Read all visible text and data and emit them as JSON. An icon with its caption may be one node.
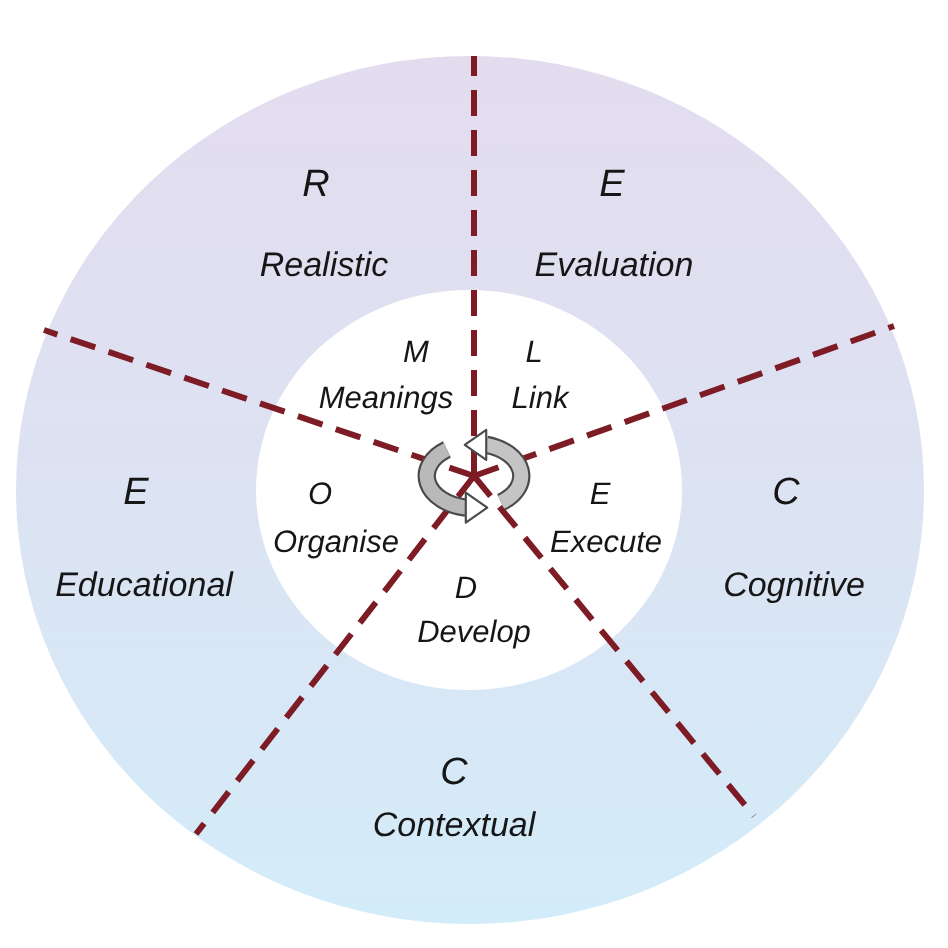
{
  "diagram": {
    "nodes": [
      {
        "text": [],
        "shape": "circle"
      },
      {
        "text": [
          "R",
          "Realistic"
        ],
        "in": 0
      },
      {
        "text": [
          "E",
          "Evaluation"
        ],
        "in": 0
      },
      {
        "text": [],
        "shape": "circle",
        "in": 0
      },
      {
        "text": [
          "M",
          "Meanings"
        ],
        "in": 3
      },
      {
        "text": [
          "L",
          "Link"
        ],
        "in": 3
      },
      {
        "text": [
          "O",
          "Organise"
        ],
        "in": 3
      },
      {
        "text": [
          "E",
          "Execute"
        ],
        "in": 3
      },
      {
        "text": [
          "D",
          "Develop"
        ],
        "in": 3
      },
      {
        "text": [
          "E",
          "Educational"
        ],
        "in": 0
      },
      {
        "text": [
          "C",
          "Cognitive"
        ],
        "in": 0
      },
      {
        "text": [
          "C",
          "Contextual"
        ],
        "in": 0
      }
    ]
  }
}
